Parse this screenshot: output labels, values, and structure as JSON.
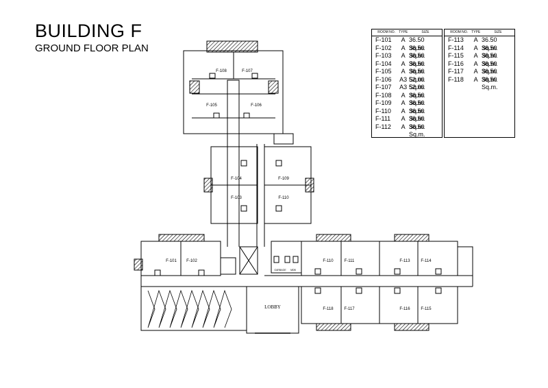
{
  "title": "BUILDING F",
  "subtitle": "GROUND FLOOR PLAN",
  "table_headers": {
    "room": "ROOM NO.",
    "type": "TYPE",
    "size": "SIZE"
  },
  "units_left": [
    {
      "room": "F-101",
      "type": "A",
      "size": "36.50 Sq.m."
    },
    {
      "room": "F-102",
      "type": "A",
      "size": "36.50 Sq.m."
    },
    {
      "room": "F-103",
      "type": "A",
      "size": "36.50 Sq.m."
    },
    {
      "room": "F-104",
      "type": "A",
      "size": "36.50 Sq.m."
    },
    {
      "room": "F-105",
      "type": "A",
      "size": "36.50 Sq.m."
    },
    {
      "room": "F-106",
      "type": "A3",
      "size": "52.00 Sq.m."
    },
    {
      "room": "F-107",
      "type": "A3",
      "size": "52.00 Sq.m."
    },
    {
      "room": "F-108",
      "type": "A",
      "size": "36.50 Sq.m."
    },
    {
      "room": "F-109",
      "type": "A",
      "size": "36.50 Sq.m."
    },
    {
      "room": "F-110",
      "type": "A",
      "size": "36.50 Sq.m."
    },
    {
      "room": "F-111",
      "type": "A",
      "size": "36.50 Sq.m."
    },
    {
      "room": "F-112",
      "type": "A",
      "size": "36.50 Sq.m."
    }
  ],
  "units_right": [
    {
      "room": "F-113",
      "type": "A",
      "size": "36.50 Sq.m."
    },
    {
      "room": "F-114",
      "type": "A",
      "size": "36.50 Sq.m."
    },
    {
      "room": "F-115",
      "type": "A",
      "size": "36.50 Sq.m."
    },
    {
      "room": "F-116",
      "type": "A",
      "size": "36.50 Sq.m."
    },
    {
      "room": "F-117",
      "type": "A",
      "size": "36.50 Sq.m."
    },
    {
      "room": "F-118",
      "type": "A",
      "size": "36.50 Sq.m."
    }
  ],
  "plan_labels": {
    "top_upper_left": "F-108",
    "top_upper_right": "F-107",
    "top_lower_left": "F-105",
    "top_lower_right": "F-106",
    "mid_upper_left": "F-104",
    "mid_upper_right": "F-109",
    "mid_lower_left": "F-103",
    "mid_lower_right": "F-110",
    "west_1": "F-101",
    "west_2": "F-102",
    "east_n1": "F-110",
    "east_n2": "F-111",
    "east_n3": "F-113",
    "east_n4": "F-114",
    "east_s1": "F-118",
    "east_s2": "F-117",
    "east_s3": "F-116",
    "east_s4": "F-115",
    "lobby": "LOBBY",
    "garbage": "GARBAGE",
    "mdb": "MDB"
  }
}
